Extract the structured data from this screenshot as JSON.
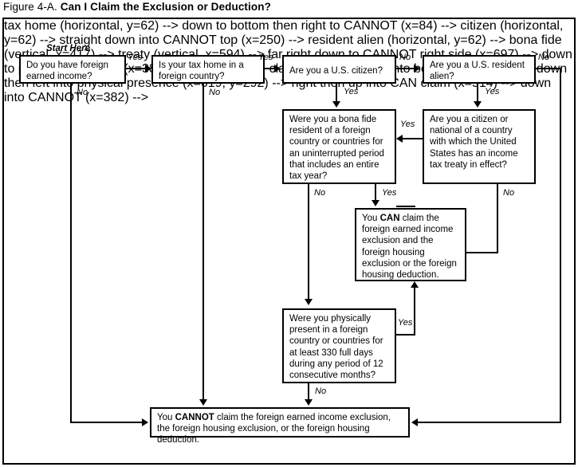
{
  "caption": {
    "figure_number": "Figure 4-A.",
    "title": "Can I Claim the Exclusion or Deduction?"
  },
  "start_marker": "Start Here",
  "colors": {
    "line": "#000000",
    "background": "#ffffff",
    "text": "#000000"
  },
  "nodes": {
    "foreign_income": "Do you have foreign earned income?",
    "tax_home": "Is your tax home in a foreign country?",
    "us_citizen": "Are you a U.S. citizen?",
    "us_resident_alien": "Are you a U.S. resident alien?",
    "bona_fide": "Were you a bona fide resident of a foreign country or countries for an uninterrupted period that includes an entire tax year?",
    "tax_treaty": "Are you a citizen or national of a country with which the United States has an income tax treaty in effect?",
    "can_claim_pre": "You ",
    "can_claim_strong": "CAN",
    "can_claim_post": " claim the foreign earned income exclusion and the foreign housing exclusion or the foreign housing deduction.",
    "physical_presence": "Were you physically present in a foreign country or countries for at least 330 full days during any period of 12 consecutive months?",
    "cannot_claim_pre": "You ",
    "cannot_claim_strong": "CANNOT",
    "cannot_claim_post": " claim the foreign earned income exclusion, the foreign housing exclusion, or the foreign housing deduction."
  },
  "edge_labels": {
    "income_yes": "Yes",
    "income_no": "No",
    "taxhome_yes": "Yes",
    "taxhome_no": "No",
    "citizen_no": "No",
    "citizen_yes": "Yes",
    "alien_no": "No",
    "alien_yes": "Yes",
    "bonafide_no": "No",
    "bonafide_yes": "Yes",
    "treaty_yes": "Yes",
    "treaty_no": "No",
    "physical_yes": "Yes",
    "physical_no": "No"
  }
}
